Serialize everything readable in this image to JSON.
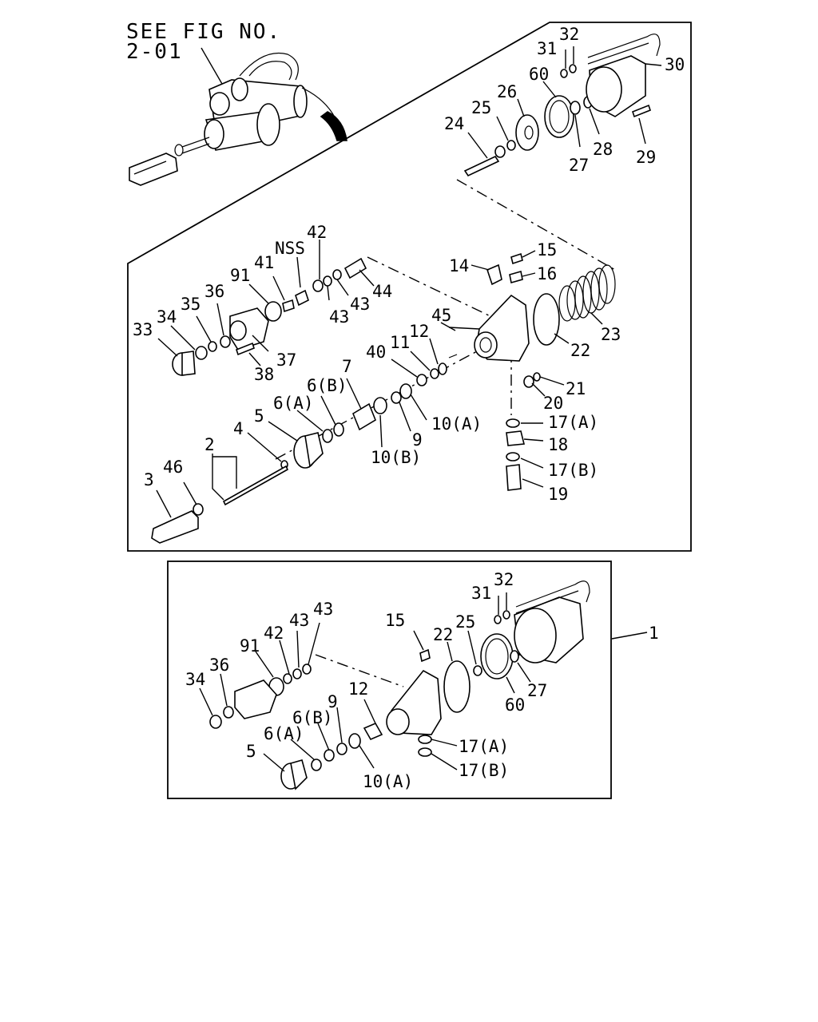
{
  "reference": {
    "line1": "SEE FIG NO.",
    "line2": "2-01"
  },
  "callouts": {
    "c32a": "32",
    "c31a": "31",
    "c30": "30",
    "c60a": "60",
    "c26": "26",
    "c25a": "25",
    "c24": "24",
    "c27a": "27",
    "c28": "28",
    "c29": "29",
    "cnss": "NSS",
    "c42a": "42",
    "c41": "41",
    "c91a": "91",
    "c36a": "36",
    "c35": "35",
    "c34a": "34",
    "c33": "33",
    "c43a": "43",
    "c43b": "43",
    "c44": "44",
    "c37": "37",
    "c38": "38",
    "c14": "14",
    "c15a": "15",
    "c16": "16",
    "c23": "23",
    "c22a": "22",
    "c45": "45",
    "c12a": "12",
    "c11": "11",
    "c40": "40",
    "c21": "21",
    "c20": "20",
    "c17aa": "17(A)",
    "c18": "18",
    "c17ba": "17(B)",
    "c19": "19",
    "c7": "7",
    "c6ba": "6(B)",
    "c6aa": "6(A)",
    "c5a": "5",
    "c4": "4",
    "c2": "2",
    "c46": "46",
    "c3": "3",
    "c10aa": "10(A)",
    "c9a": "9",
    "c10b": "10(B)",
    "c32b": "32",
    "c31b": "31",
    "c1": "1",
    "c15b": "15",
    "c22b": "22",
    "c25b": "25",
    "c60b": "60",
    "c27b": "27",
    "c43c": "43",
    "c43d": "43",
    "c42b": "42",
    "c91b": "91",
    "c36b": "36",
    "c34b": "34",
    "c12b": "12",
    "c9b": "9",
    "c6bb": "6(B)",
    "c6ab": "6(A)",
    "c5b": "5",
    "c17ab": "17(A)",
    "c17bb": "17(B)",
    "c10ab": "10(A)"
  }
}
